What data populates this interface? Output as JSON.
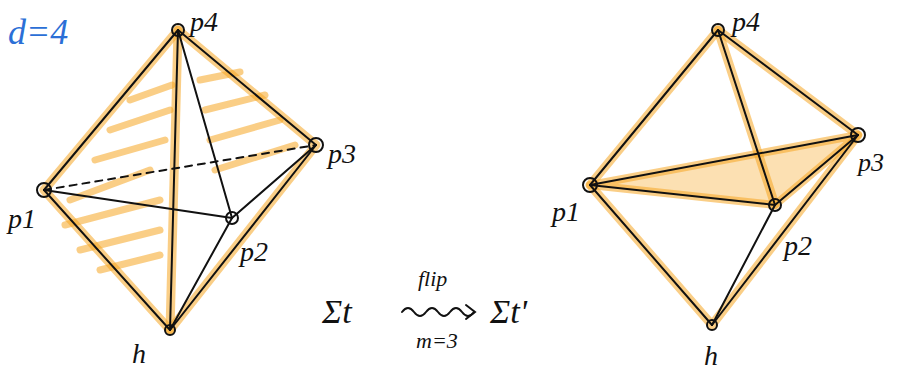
{
  "diagram": {
    "labels": [
      "d=4",
      "p4",
      "p3",
      "p1",
      "p2",
      "h",
      "p4",
      "p3",
      "p1",
      "p2",
      "h",
      "Σt",
      "flip",
      "m=3",
      "Σt'"
    ]
  }
}
